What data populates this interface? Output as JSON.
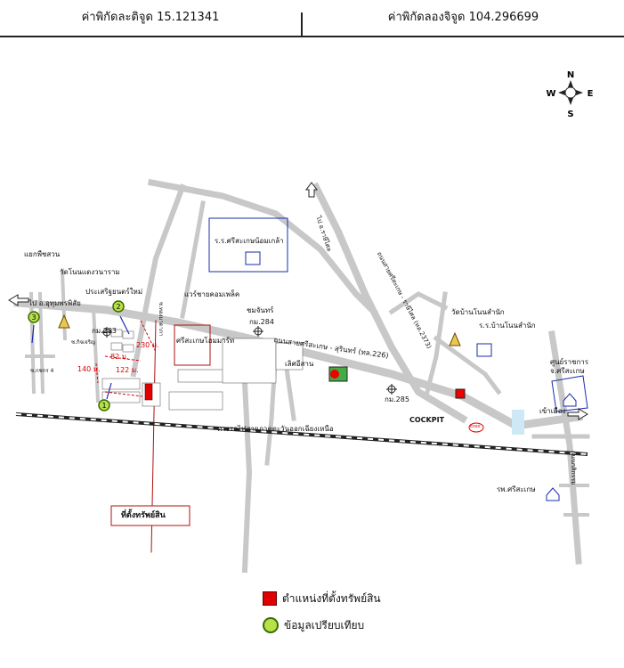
{
  "header": {
    "latitude_label": "ค่าพิกัดละติจูด 15.121341",
    "longitude_label": "ค่าพิกัดลองจิจูด 104.296699"
  },
  "compass": {
    "n": "N",
    "s": "S",
    "e": "E",
    "w": "W"
  },
  "labels": {
    "yaek_phet_suan": "แยกพืชสวน",
    "wat_non_daeng": "วัดโนนแดงวนาราม",
    "prasert_yont": "ประเสริฐยนตร์ใหม่",
    "pai_uthumphon": "ไป อ.อุทุมพรพิสัย",
    "km283": "กม.283",
    "soi_note": "ซ.กิจเจริญ",
    "kachon_soi4": "ซ.กชกร 4",
    "school_srisaket": "ร.ร.ศรีสะเกษน้อมเกล้า",
    "warehouse": "แวร์ชายคอมเพล็ค",
    "chomchan": "ชมจันทร์",
    "km284": "กม.284",
    "srisaket_home": "ศรีสะเกษโฮมมาร์ท",
    "road_226": "ถนนสายศรีสะเกษ - สุรินทร์ (ทล.226)",
    "lert_isan": "เลิศอีสาน",
    "road_220": "ถนนสายศรีสะเกษ - ราษีไศล (ทล.2373)",
    "pai_rasi": "ไป อ.ราษีไศล",
    "wat_nonsamnak": "วัดบ้านโนนสำนัก",
    "school_nonsamnak": "ร.ร.บ้านโนนสำนัก",
    "km285": "กม.285",
    "cockpit": "COCKPIT",
    "esso": "Esso",
    "gov_center": "ศูนย์ราชการ จ.ศรีสะเกษ",
    "to_city": "เข้าเมือง",
    "road_kasikam": "ถนนกสิกรรม",
    "hospital": "รพ.ศรีสะเกษ",
    "railway": "ทางรถไฟสายภาคตะวันออกเฉียงเหนือ",
    "dist_230": "230 ม.",
    "dist_82": "82 ม.",
    "dist_140": "140 ม.",
    "dist_122": "122 ม.",
    "soi_line": "ซ.ทองมาดาภา",
    "property_location": "ที่ตั้งทรัพย์สิน",
    "cmp1": "1",
    "cmp2": "2",
    "cmp3": "3"
  },
  "legend": {
    "property_position": "ตำแหน่งที่ตั้งทรัพย์สิน",
    "comparison_data": "ข้อมูลเปรียบเทียบ"
  },
  "colors": {
    "road": "#c8c8c8",
    "property": "#e00000",
    "comparison": "#b8e04a",
    "boundary_blue": "#1a2ea8",
    "boundary_red": "#b01010"
  }
}
